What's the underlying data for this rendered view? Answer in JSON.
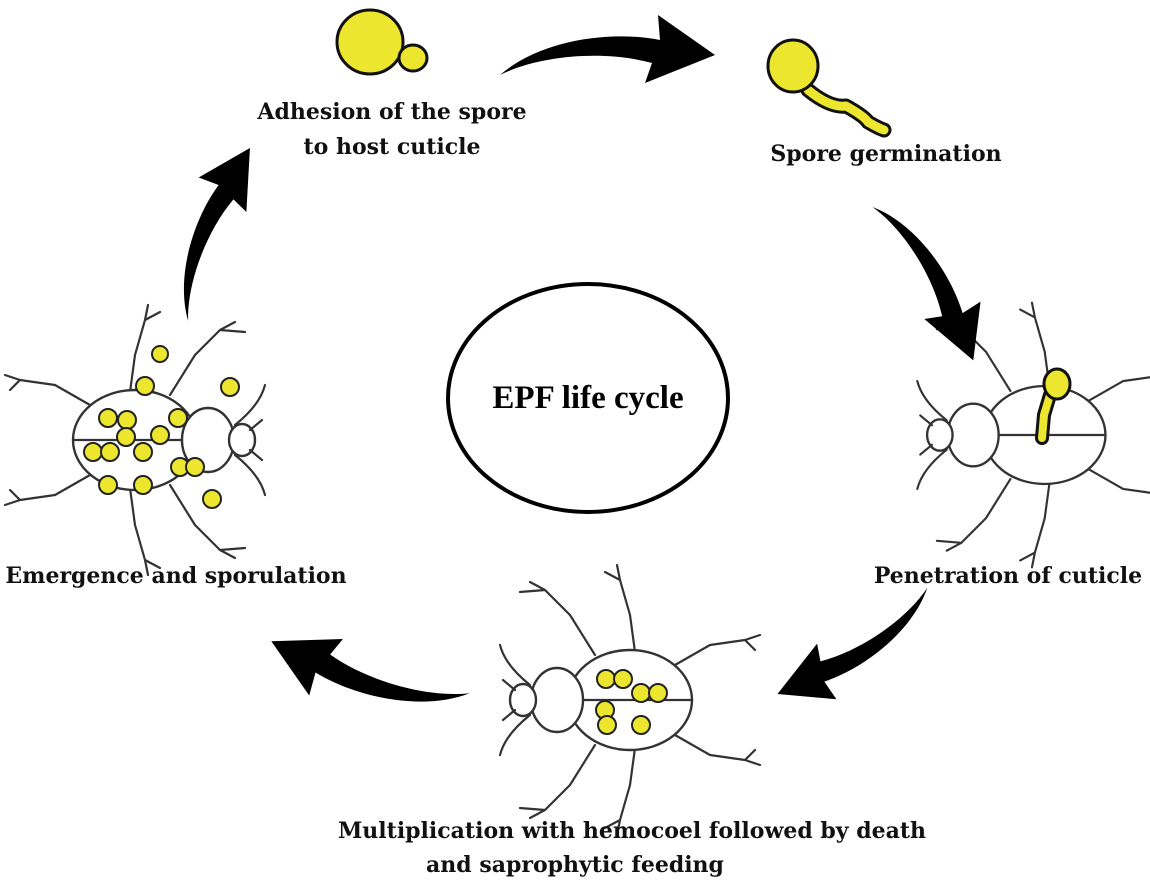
{
  "diagram": {
    "center": {
      "label": "EPF life cycle"
    },
    "stages": [
      {
        "id": "adhesion",
        "lines": [
          "Adhesion of the spore",
          "to host cuticle"
        ]
      },
      {
        "id": "germination",
        "lines": [
          "Spore germination"
        ]
      },
      {
        "id": "penetration",
        "lines": [
          "Penetration of cuticle"
        ]
      },
      {
        "id": "multiplication",
        "lines": [
          "Multiplication with hemocoel followed by death",
          "and saprophytic feeding"
        ]
      },
      {
        "id": "emergence",
        "lines": [
          "Emergence and sporulation"
        ]
      }
    ],
    "colors": {
      "spore": "#ece62e",
      "arrow": "#000000",
      "outline": "#333333"
    },
    "icons": [
      "spore-icon",
      "germinating-spore-icon",
      "beetle-icon",
      "cycle-arrow-icon"
    ]
  }
}
